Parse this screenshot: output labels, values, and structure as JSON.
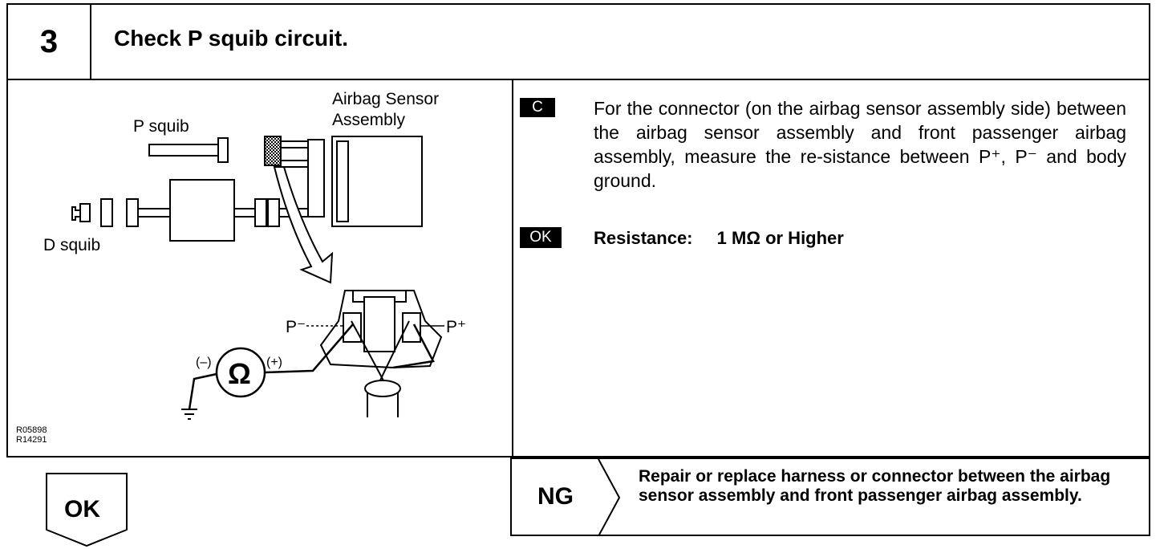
{
  "step": {
    "number": "3",
    "title": "Check P squib circuit."
  },
  "diagram": {
    "label_p_squib": "P squib",
    "label_d_squib": "D squib",
    "label_airbag_line1": "Airbag Sensor",
    "label_airbag_line2": "Assembly",
    "label_p_minus": "P⁻",
    "label_p_plus": "P⁺",
    "label_minus_terminal": "(–)",
    "label_plus_terminal": "(+)",
    "ohm_symbol": "Ω",
    "code_line1": "R05898",
    "code_line2": "R14291"
  },
  "instruction": {
    "tag": "C",
    "text": "For the connector (on the airbag sensor assembly side) between the airbag sensor assembly and front passenger airbag assembly, measure the re-sistance between P⁺, P⁻ and body ground."
  },
  "spec": {
    "tag": "OK",
    "label": "Resistance:",
    "value": "1 MΩ or Higher"
  },
  "ng": {
    "label": "NG",
    "text": "Repair or replace harness or connector between the airbag sensor assembly and front passenger airbag assembly."
  },
  "ok_next": {
    "label": "OK"
  }
}
